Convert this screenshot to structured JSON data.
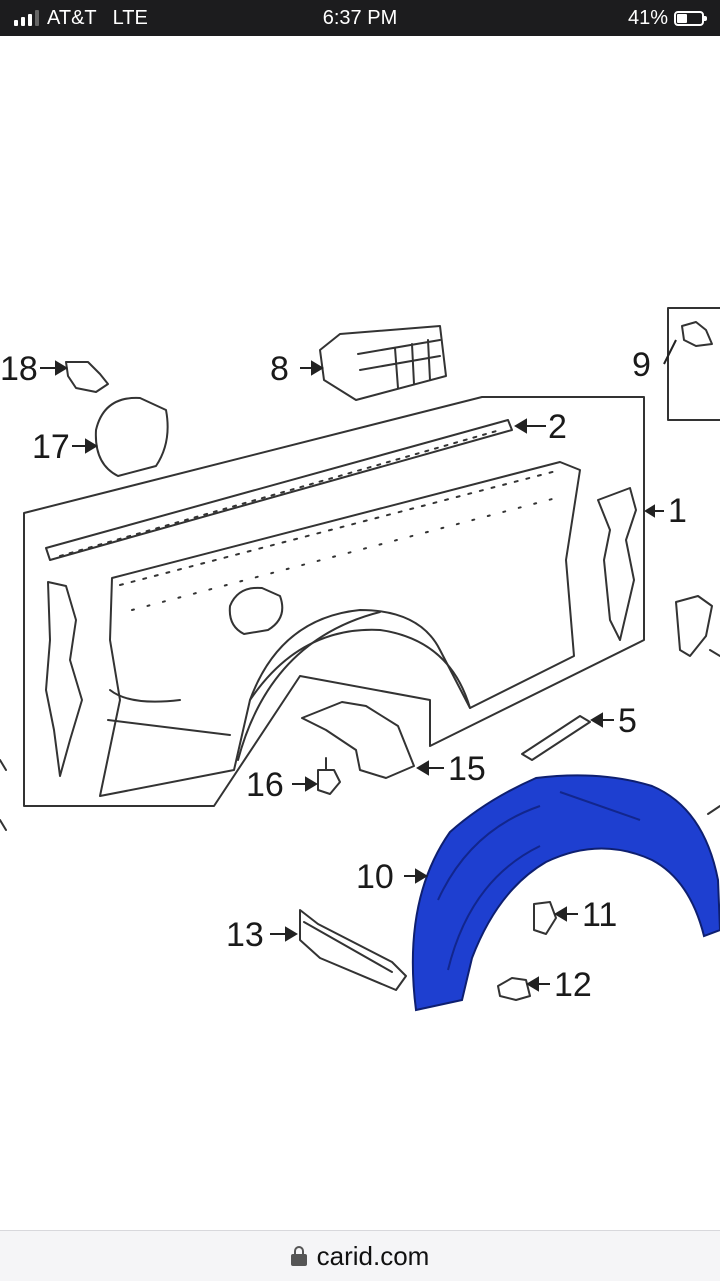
{
  "status_bar": {
    "carrier": "AT&T",
    "network": "LTE",
    "time": "6:37 PM",
    "battery_percent": "41%",
    "battery_level": 0.41,
    "signal_bars": 3
  },
  "diagram": {
    "callouts": [
      {
        "id": "1",
        "label": "1"
      },
      {
        "id": "2",
        "label": "2"
      },
      {
        "id": "5",
        "label": "5"
      },
      {
        "id": "8",
        "label": "8"
      },
      {
        "id": "9",
        "label": "9"
      },
      {
        "id": "10",
        "label": "10"
      },
      {
        "id": "11",
        "label": "11"
      },
      {
        "id": "12",
        "label": "12"
      },
      {
        "id": "13",
        "label": "13"
      },
      {
        "id": "15",
        "label": "15"
      },
      {
        "id": "16",
        "label": "16"
      },
      {
        "id": "17",
        "label": "17"
      },
      {
        "id": "18",
        "label": "18"
      }
    ],
    "highlight_color": "#1e3fd0"
  },
  "address_bar": {
    "url": "carid.com",
    "lock_icon": "lock-icon"
  }
}
